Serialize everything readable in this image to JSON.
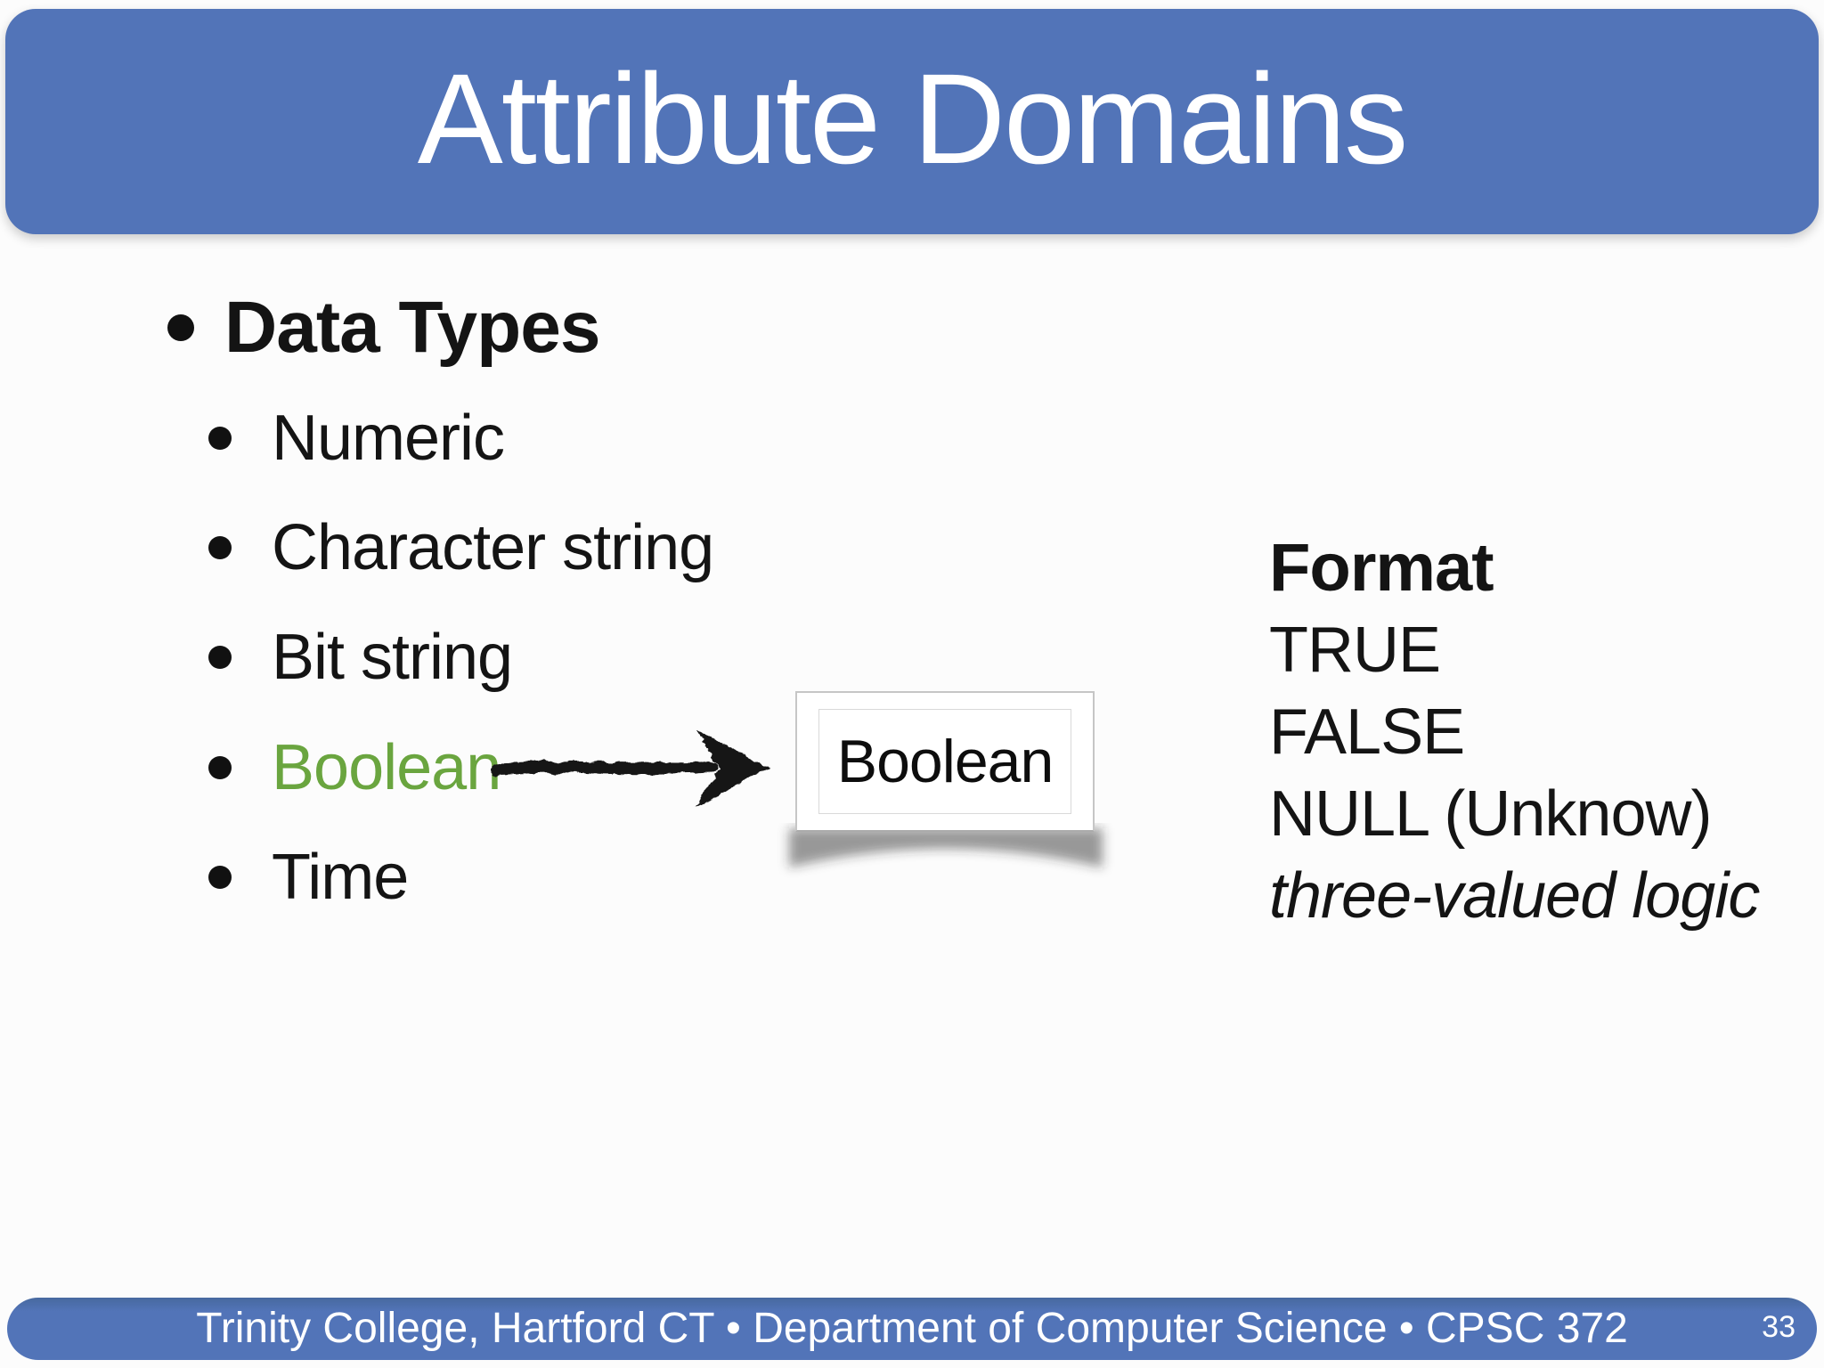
{
  "slide": {
    "title": "Attribute Domains",
    "bullets": {
      "main": "Data Types",
      "sub": [
        "Numeric",
        "Character string",
        "Bit string",
        "Boolean",
        "Time"
      ]
    },
    "callout": {
      "box_label": "Boolean"
    },
    "format_block": {
      "heading": "Format",
      "lines": [
        "TRUE",
        "FALSE",
        "NULL (Unknow)"
      ],
      "italic_line": "three-valued logic"
    },
    "footer": {
      "text": "Trinity College, Hartford CT  •  Department of Computer Science  •  CPSC 372",
      "page_number": "33"
    },
    "colors": {
      "banner_blue": "#5274B8",
      "boolean_green": "#6AA53F",
      "text_black": "#141414"
    }
  }
}
